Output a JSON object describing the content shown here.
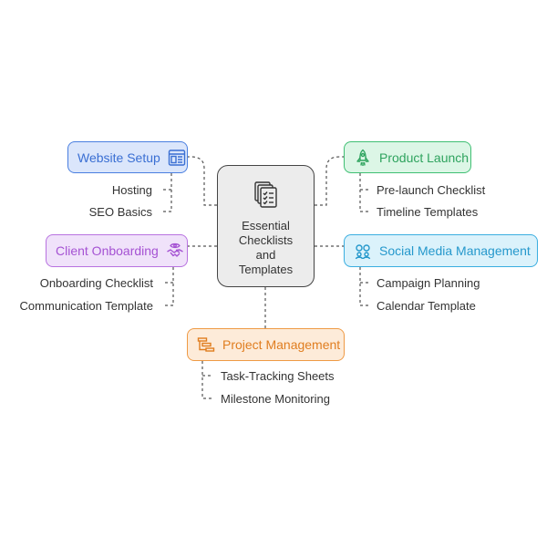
{
  "center": {
    "title": "Essential\nChecklists\nand\nTemplates",
    "icon": "checklist-documents-icon"
  },
  "nodes": {
    "website_setup": {
      "label": "Website Setup",
      "icon": "browser-window-icon",
      "color": "#4a7fe0",
      "items": [
        "Hosting",
        "SEO Basics"
      ]
    },
    "product_launch": {
      "label": "Product Launch",
      "icon": "rocket-icon",
      "color": "#3fbf73",
      "items": [
        "Pre-launch Checklist",
        "Timeline Templates"
      ]
    },
    "client_onboarding": {
      "label": "Client Onboarding",
      "icon": "handshake-icon",
      "color": "#b872e0",
      "items": [
        "Onboarding Checklist",
        "Communication Template"
      ]
    },
    "social_media": {
      "label": "Social Media Management",
      "icon": "people-group-icon",
      "color": "#3aaee0",
      "items": [
        "Campaign Planning",
        "Calendar Template"
      ]
    },
    "project_management": {
      "label": "Project Management",
      "icon": "gantt-chart-icon",
      "color": "#ef9a45",
      "items": [
        "Task-Tracking Sheets",
        "Milestone Monitoring"
      ]
    }
  }
}
